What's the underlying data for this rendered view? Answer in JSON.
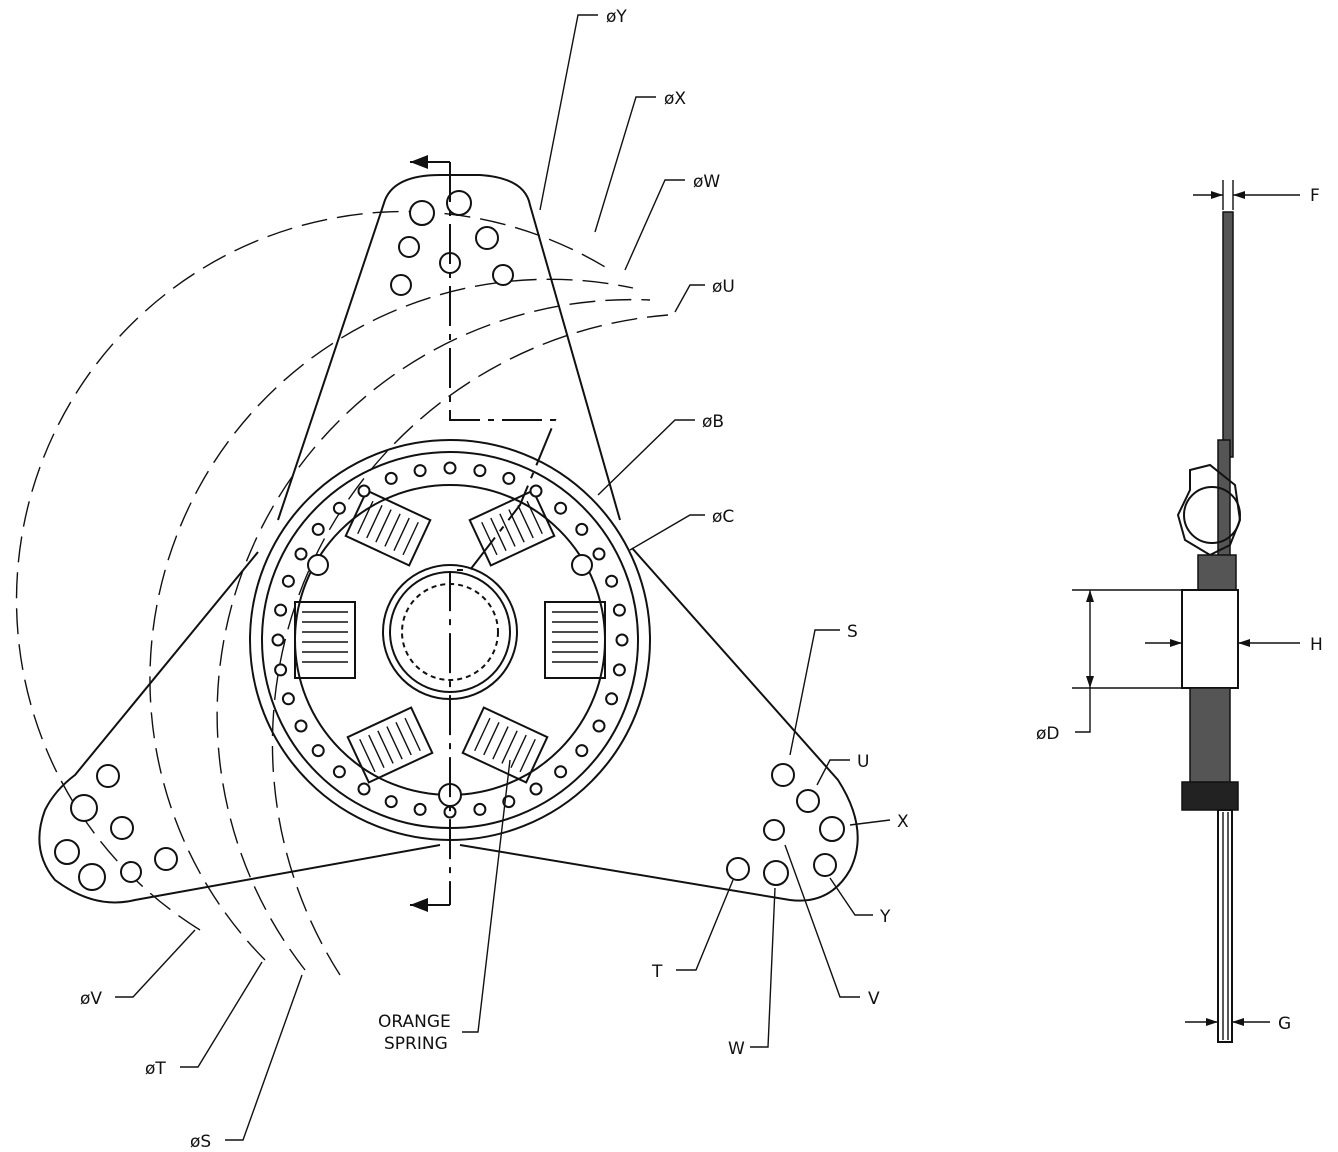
{
  "colors": {
    "line": "#111111",
    "background": "#ffffff"
  },
  "labels": {
    "dia_y": "øY",
    "dia_x": "øX",
    "dia_w": "øW",
    "dia_u": "øU",
    "dia_b": "øB",
    "dia_c": "øC",
    "dia_v": "øV",
    "dia_t": "øT",
    "dia_s": "øS",
    "dia_d": "øD",
    "hole_s": "S",
    "hole_u": "U",
    "hole_x": "X",
    "hole_y": "Y",
    "hole_t": "T",
    "hole_v": "V",
    "hole_w": "W",
    "dim_f": "F",
    "dim_h": "H",
    "dim_g": "G",
    "spring_line1": "ORANGE",
    "spring_line2": "SPRING"
  }
}
